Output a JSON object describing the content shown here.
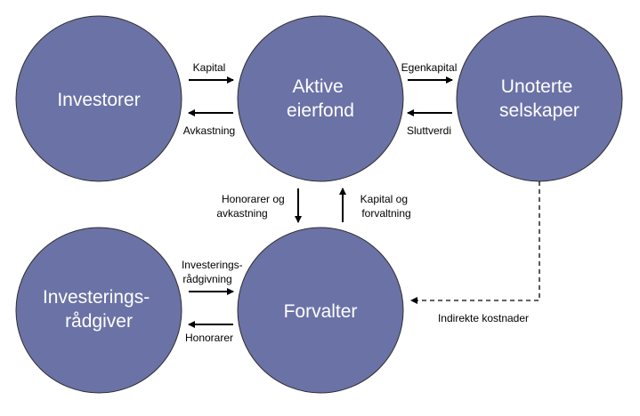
{
  "diagram": {
    "node_color": "#6B72A6",
    "node_stroke": "#2E2E2E",
    "nodes": {
      "investorer": {
        "lines": [
          "Investorer"
        ]
      },
      "aktive_eierfond": {
        "lines": [
          "Aktive",
          "eierfond"
        ]
      },
      "unoterte_selskaper": {
        "lines": [
          "Unoterte",
          "selskaper"
        ]
      },
      "investeringsradgiver": {
        "lines": [
          "Investerings-",
          "rådgiver"
        ]
      },
      "forvalter": {
        "lines": [
          "Forvalter"
        ]
      }
    },
    "edges": {
      "kapital": "Kapital",
      "avkastning": "Avkastning",
      "egenkapital": "Egenkapital",
      "sluttverdi": "Sluttverdi",
      "honorarer_og_avkastning": [
        "Honorarer og",
        "avkastning"
      ],
      "kapital_og_forvaltning": [
        "Kapital og",
        "forvaltning"
      ],
      "investeringsradgivning": [
        "Investerings-",
        "rådgivning"
      ],
      "honorarer": "Honorarer",
      "indirekte_kostnader": "Indirekte kostnader"
    }
  }
}
